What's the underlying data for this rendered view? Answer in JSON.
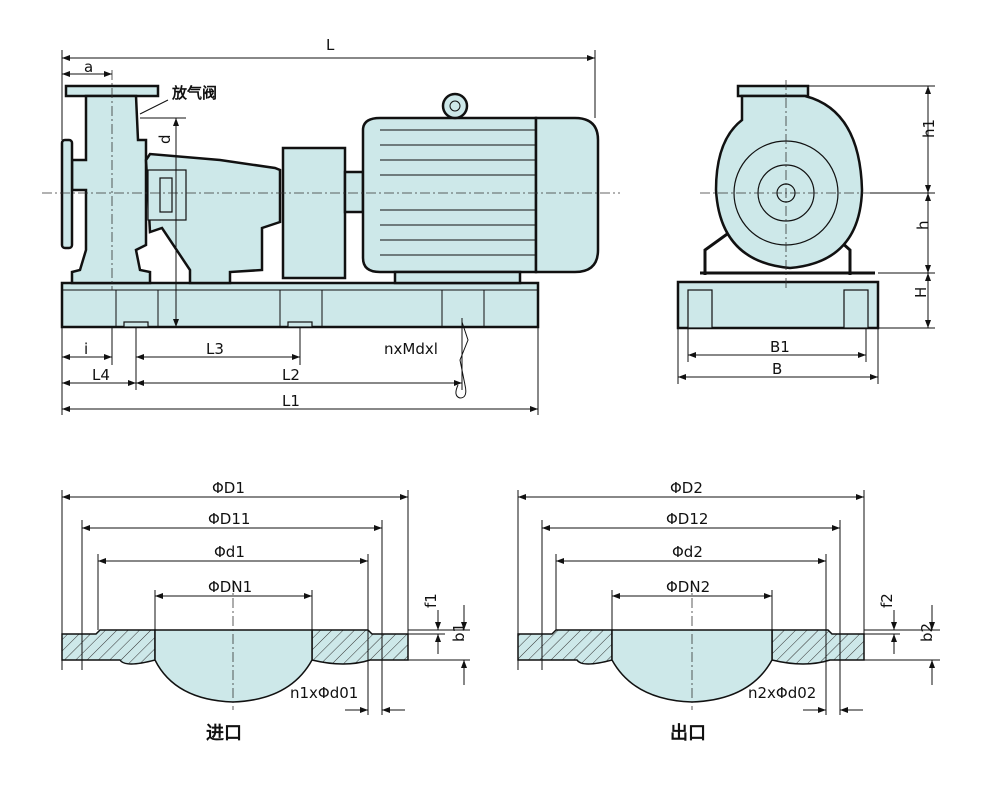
{
  "side_view": {
    "dims": {
      "L": "L",
      "a": "a",
      "vent_valve": "放气阀",
      "d": "d",
      "i": "i",
      "L3": "L3",
      "L4": "L4",
      "L2": "L2",
      "L1": "L1",
      "bolt": "nxMdxl"
    }
  },
  "end_view": {
    "dims": {
      "h1": "h1",
      "h": "h",
      "H": "H",
      "B1": "B1",
      "B": "B"
    }
  },
  "inlet_flange": {
    "title": "进口",
    "dims": {
      "D1": "ΦD1",
      "D11": "ΦD11",
      "d1": "Φd1",
      "DN1": "ΦDN1",
      "f1": "f1",
      "b1": "b1",
      "holes": "n1xΦd01"
    }
  },
  "outlet_flange": {
    "title": "出口",
    "dims": {
      "D2": "ΦD2",
      "D12": "ΦD12",
      "d2": "Φd2",
      "DN2": "ΦDN2",
      "f2": "f2",
      "b2": "b2",
      "holes": "n2xΦd02"
    }
  }
}
